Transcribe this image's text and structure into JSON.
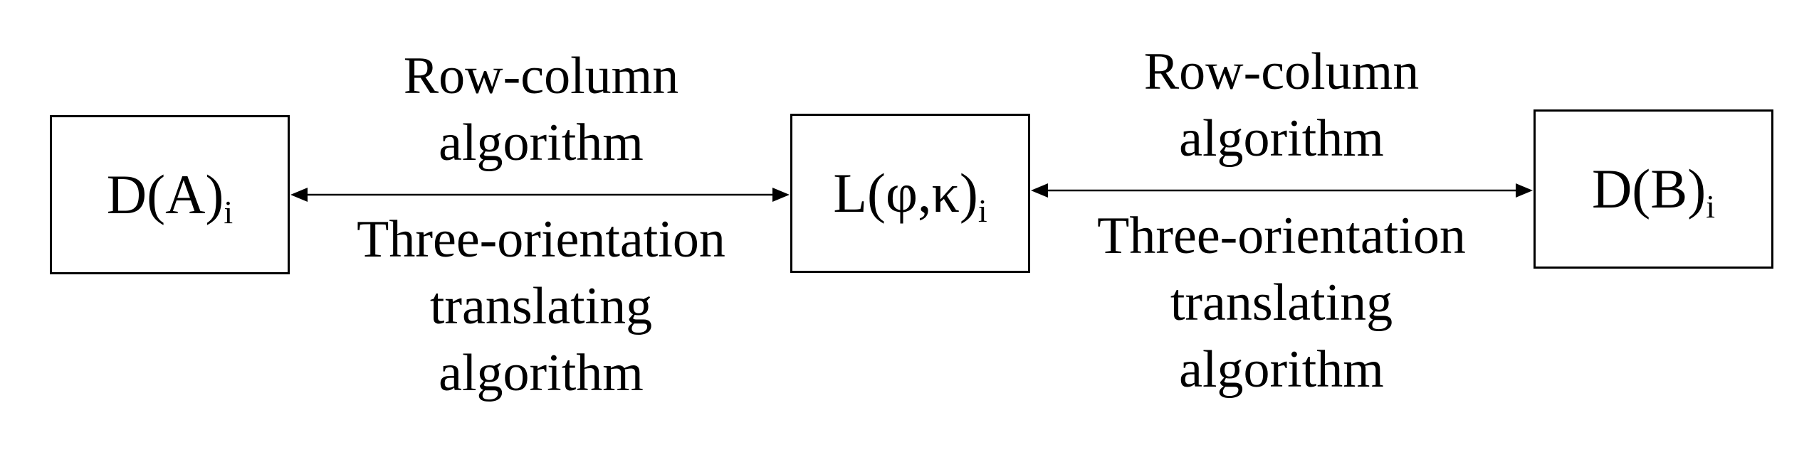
{
  "nodes": {
    "a": {
      "text": "D(A)",
      "sub": "i"
    },
    "l": {
      "text": "L(φ,κ)",
      "sub": "i"
    },
    "b": {
      "text": "D(B)",
      "sub": "i"
    }
  },
  "edges": {
    "left": {
      "top_lines": [
        "Row-column",
        "algorithm"
      ],
      "bottom_lines": [
        "Three-orientation",
        "translating",
        "algorithm"
      ],
      "direction": "bidirectional"
    },
    "right": {
      "top_lines": [
        "Row-column",
        "algorithm"
      ],
      "bottom_lines": [
        "Three-orientation",
        "translating",
        "algorithm"
      ],
      "direction": "bidirectional"
    }
  },
  "colors": {
    "stroke": "#000000",
    "background": "#ffffff"
  }
}
